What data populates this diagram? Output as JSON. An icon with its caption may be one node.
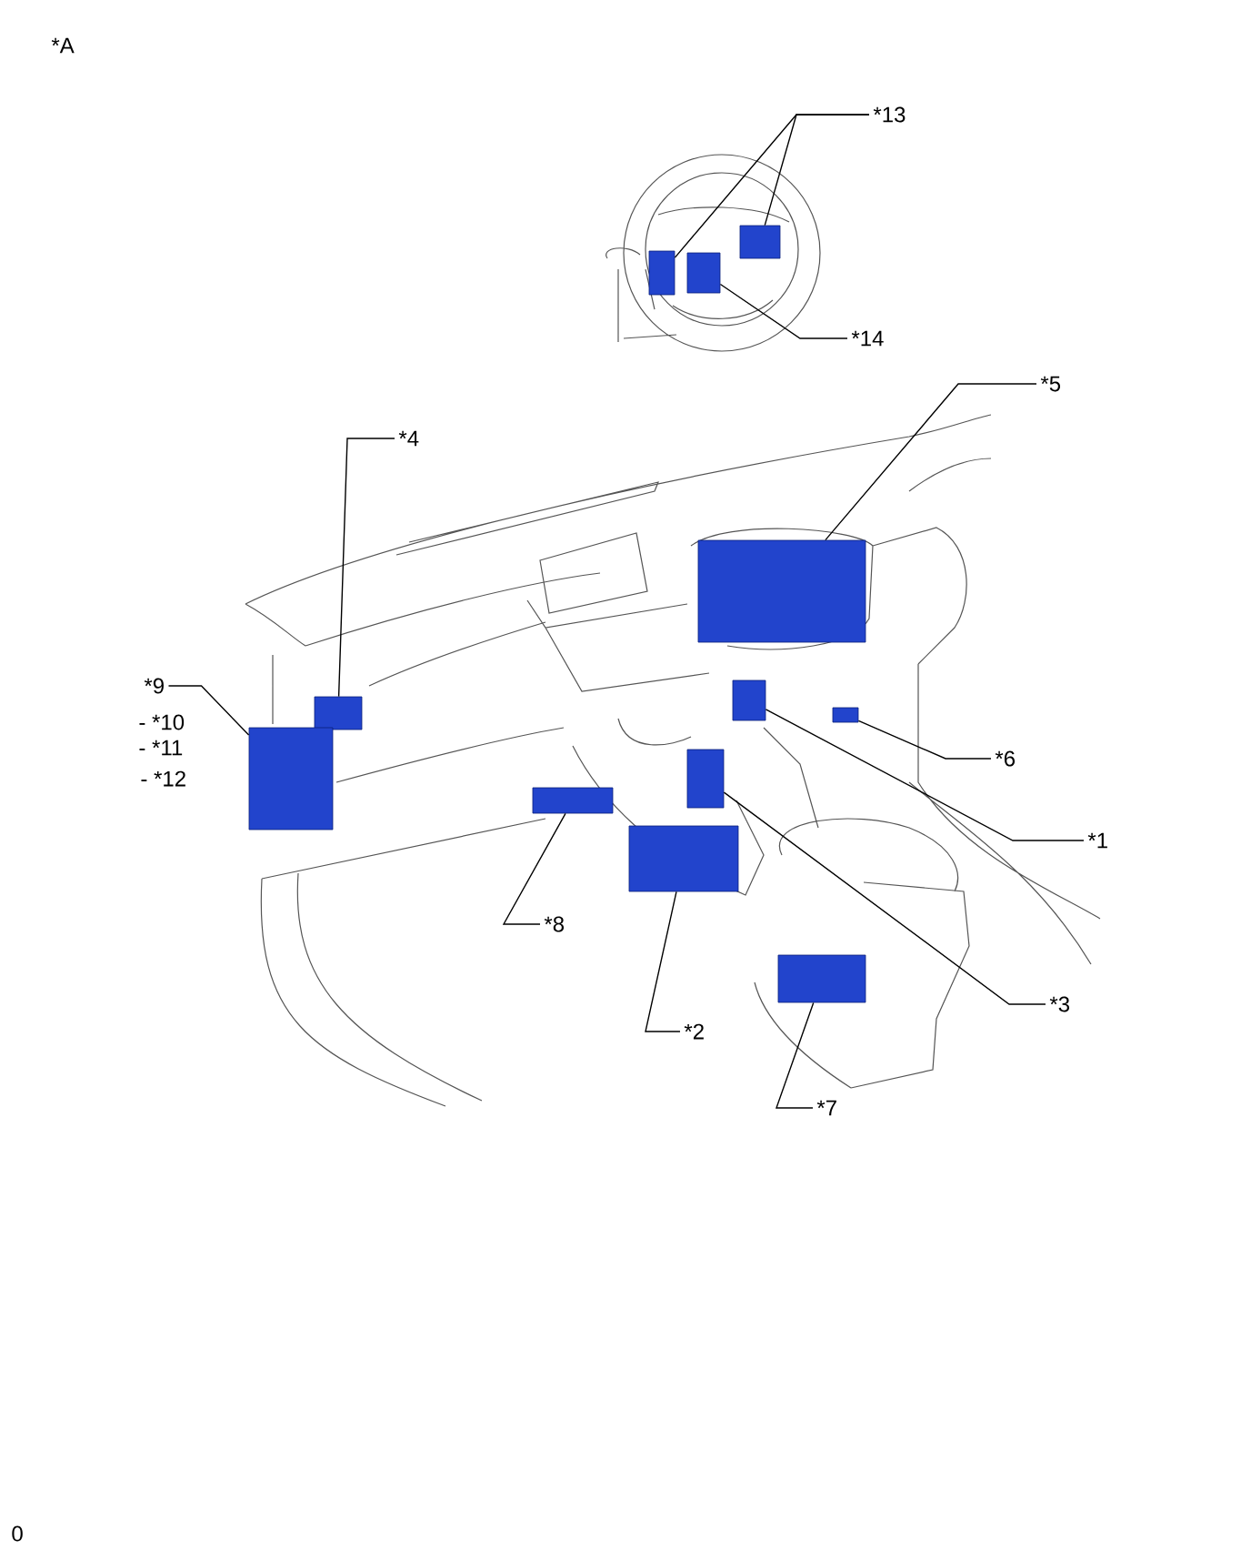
{
  "diagram": {
    "nodes": [
      {
        "text": [
          "*13"
        ]
      },
      {
        "text": [
          "*14"
        ]
      },
      {
        "text": [
          "*5"
        ]
      },
      {
        "text": [
          "*4"
        ]
      },
      {
        "text": [
          "*9"
        ]
      },
      {
        "text": [
          "*6"
        ]
      },
      {
        "text": [
          "*1"
        ]
      },
      {
        "text": [
          "*8"
        ]
      },
      {
        "text": [
          "*3"
        ]
      },
      {
        "text": [
          "*2"
        ]
      },
      {
        "text": [
          "*7"
        ]
      },
      {
        "text": [],
        "shape": "box"
      },
      {
        "text": [],
        "shape": "box"
      },
      {
        "text": [],
        "shape": "box"
      },
      {
        "text": [],
        "shape": "box"
      },
      {
        "text": [],
        "shape": "box"
      },
      {
        "text": [],
        "shape": "box"
      },
      {
        "text": [],
        "shape": "box"
      },
      {
        "text": [],
        "shape": "box"
      },
      {
        "text": [],
        "shape": "box"
      },
      {
        "text": [],
        "shape": "box"
      },
      {
        "text": [],
        "shape": "box"
      },
      {
        "text": [],
        "shape": "box"
      }
    ],
    "edges": [
      {
        "from": 0,
        "to": 11,
        "arrow": "none"
      },
      {
        "from": 0,
        "to": 12,
        "arrow": "none"
      },
      {
        "from": 1,
        "to": 13,
        "arrow": "none"
      },
      {
        "from": 2,
        "to": 14,
        "arrow": "none"
      },
      {
        "from": 3,
        "to": 15,
        "arrow": "none"
      },
      {
        "from": 4,
        "to": 16,
        "arrow": "none"
      },
      {
        "from": 5,
        "to": 17,
        "arrow": "none"
      },
      {
        "from": 6,
        "to": 18,
        "arrow": "none"
      },
      {
        "from": 7,
        "to": 19,
        "arrow": "none"
      },
      {
        "from": 8,
        "to": 20,
        "arrow": "none"
      },
      {
        "from": 9,
        "to": 21,
        "arrow": "none"
      },
      {
        "from": 10,
        "to": 22,
        "arrow": "none"
      }
    ],
    "labels": [
      "*A",
      "- *10",
      "- *11",
      "- *12",
      "0"
    ]
  }
}
